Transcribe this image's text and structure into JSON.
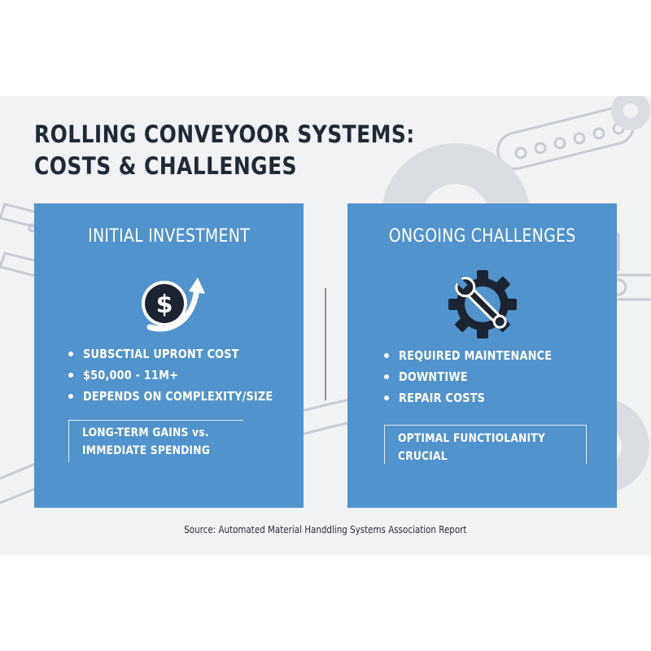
{
  "title": {
    "line1": "ROLLING CONVEYOOR SYSTEMS:",
    "line2": "COSTS & CHALLENGES"
  },
  "left_card": {
    "title": "INITIAL INVESTMENT",
    "icon": "dollar-growth-icon",
    "bullets": [
      "SUBSCTIAL UPRONT COST",
      "$50,000 - 11M+",
      "DEPENDS ON COMPLEXITY/SIZE"
    ],
    "note_line1": "LONG-TERM GAINS vs.",
    "note_line2": "IMMEDIATE SPENDING"
  },
  "right_card": {
    "title": "ONGOING CHALLENGES",
    "icon": "gear-wrench-icon",
    "bullets": [
      "REQUIRED MAINTENANCE",
      "DOWNTIWE",
      "REPAIR COSTS"
    ],
    "note": "OPTIMAL FUNCTIOLANITY CRUCIAL"
  },
  "source": "Source: Automated Material Handdling Systems Association Report",
  "colors": {
    "card": "#5093cd",
    "title_text": "#1f2a36",
    "icon_dark": "#1b2430",
    "background": "#f1f2f4"
  }
}
